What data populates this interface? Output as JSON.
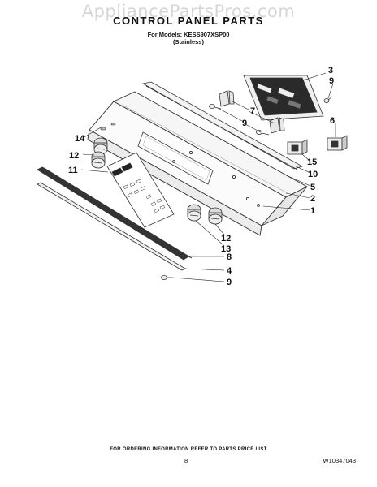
{
  "watermark": "AppliancePartsPros.com",
  "header": {
    "title": "CONTROL PANEL PARTS",
    "models_line": "For Models: KESS907XSP00",
    "finish_line": "(Stainless)"
  },
  "callouts": [
    "14",
    "12",
    "11",
    "3",
    "9",
    "7",
    "9",
    "6",
    "15",
    "10",
    "5",
    "2",
    "1",
    "12",
    "13",
    "8",
    "4",
    "9"
  ],
  "footer": {
    "ordering_note": "FOR ORDERING INFORMATION REFER TO PARTS PRICE LIST",
    "page_number": "8",
    "doc_number": "W10347043"
  }
}
